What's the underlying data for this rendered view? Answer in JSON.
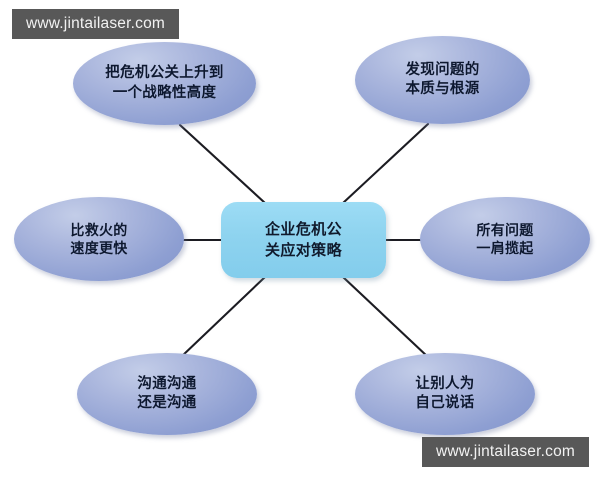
{
  "diagram": {
    "type": "radial-mind-map",
    "center": {
      "id": "center-node",
      "lines": [
        "企业危机公",
        "关应对策略"
      ],
      "full_text": "企业危机公关应对策略",
      "shape": "rounded-rectangle",
      "fill_color": "#8ed3ef",
      "text_color": "#101a2c"
    },
    "leaves": [
      {
        "id": "leaf-tl",
        "position": "top-left",
        "lines": [
          "把危机公关上升到",
          "一个战略性高度"
        ],
        "full_text": "把危机公关上升到一个战略性高度",
        "shape": "ellipse",
        "fill_color": "#8e9fd2",
        "text_color": "#0d1830"
      },
      {
        "id": "leaf-tr",
        "position": "top-right",
        "lines": [
          "发现问题的",
          "本质与根源"
        ],
        "full_text": "发现问题的本质与根源",
        "shape": "ellipse",
        "fill_color": "#8e9fd2",
        "text_color": "#0d1830"
      },
      {
        "id": "leaf-ml",
        "position": "middle-left",
        "lines": [
          "比救火的",
          "速度更快"
        ],
        "full_text": "比救火的速度更快",
        "shape": "ellipse",
        "fill_color": "#8e9fd2",
        "text_color": "#0d1830"
      },
      {
        "id": "leaf-mr",
        "position": "middle-right",
        "lines": [
          "所有问题",
          "一肩揽起"
        ],
        "full_text": "所有问题一肩揽起",
        "shape": "ellipse",
        "fill_color": "#8e9fd2",
        "text_color": "#0d1830"
      },
      {
        "id": "leaf-bl",
        "position": "bottom-left",
        "lines": [
          "沟通沟通",
          "还是沟通"
        ],
        "full_text": "沟通沟通还是沟通",
        "shape": "ellipse",
        "fill_color": "#8e9fd2",
        "text_color": "#0d1830"
      },
      {
        "id": "leaf-br",
        "position": "bottom-right",
        "lines": [
          "让别人为",
          "自己说话"
        ],
        "full_text": "让别人为自己说话",
        "shape": "ellipse",
        "fill_color": "#8e9fd2",
        "text_color": "#0d1830"
      }
    ],
    "connectors": {
      "color": "#1c1c22",
      "width": 2,
      "count": 6
    },
    "background_color": "#ffffff"
  },
  "watermarks": {
    "top": "www.jintailaser.com",
    "bottom": "www.jintailaser.com",
    "background_color": "#585858",
    "text_color": "#f2f2f2"
  }
}
